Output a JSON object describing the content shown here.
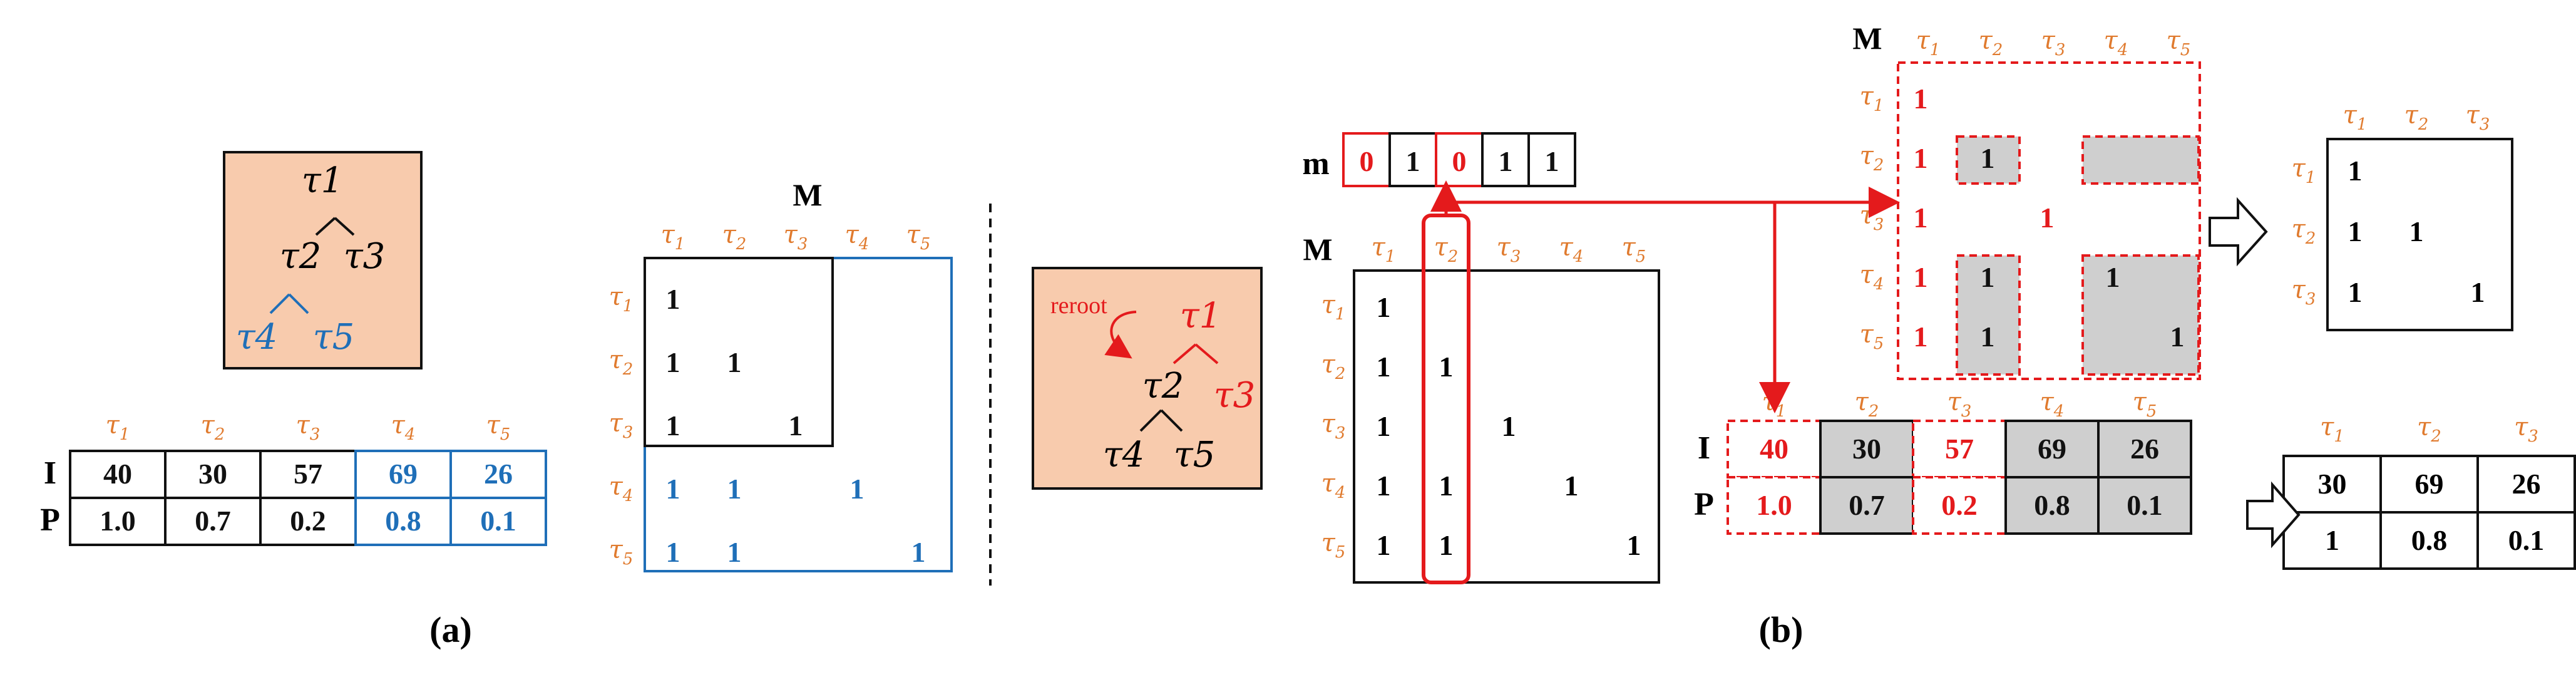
{
  "taus": [
    "τ1",
    "τ2",
    "τ3",
    "τ4",
    "τ5"
  ],
  "colors": {
    "orange": "#E07B2F",
    "blue": "#1F6FB8",
    "red": "#E41A1C",
    "black": "#111111",
    "peach": "#F8CBAD",
    "gray": "#CFCFCF"
  },
  "a": {
    "caption": "(a)",
    "tree": {
      "root": "τ1",
      "l": "τ2",
      "r": "τ3",
      "ll": "τ4",
      "lr": "τ5"
    },
    "table": {
      "row_labels": [
        "I",
        "P"
      ],
      "I": [
        "40",
        "30",
        "57",
        "69",
        "26"
      ],
      "P": [
        "1.0",
        "0.7",
        "0.2",
        "0.8",
        "0.1"
      ]
    },
    "matrix": {
      "title": "M",
      "rows": [
        [
          "1",
          "",
          "",
          "",
          ""
        ],
        [
          "1",
          "1",
          "",
          "",
          ""
        ],
        [
          "1",
          "",
          "1",
          "",
          ""
        ],
        [
          "1",
          "1",
          "",
          "1",
          ""
        ],
        [
          "1",
          "1",
          "",
          "",
          "1"
        ]
      ]
    }
  },
  "b": {
    "caption": "(b)",
    "reroot_label": "reroot",
    "tree": {
      "root": "τ1",
      "l": "τ2",
      "r": "τ3",
      "ll": "τ4",
      "lr": "τ5"
    },
    "m_vector": {
      "label": "m",
      "values": [
        "0",
        "1",
        "0",
        "1",
        "1"
      ]
    },
    "matrix_M": {
      "title": "M",
      "rows": [
        [
          "1",
          "",
          "",
          "",
          ""
        ],
        [
          "1",
          "1",
          "",
          "",
          ""
        ],
        [
          "1",
          "",
          "1",
          "",
          ""
        ],
        [
          "1",
          "1",
          "",
          "1",
          ""
        ],
        [
          "1",
          "1",
          "",
          "",
          "1"
        ]
      ]
    },
    "masked_M": {
      "title": "M",
      "rows": [
        [
          "1",
          "",
          "",
          "",
          ""
        ],
        [
          "1",
          "1",
          "",
          "",
          ""
        ],
        [
          "1",
          "",
          "1",
          "",
          ""
        ],
        [
          "1",
          "1",
          "",
          "1",
          ""
        ],
        [
          "1",
          "1",
          "",
          "",
          "1"
        ]
      ]
    },
    "result_M": {
      "col_labels": [
        "τ1",
        "τ2",
        "τ3"
      ],
      "rows": [
        [
          "1",
          "",
          ""
        ],
        [
          "1",
          "1",
          ""
        ],
        [
          "1",
          "",
          "1"
        ]
      ]
    },
    "table": {
      "row_labels": [
        "I",
        "P"
      ],
      "I": [
        "40",
        "30",
        "57",
        "69",
        "26"
      ],
      "P": [
        "1.0",
        "0.7",
        "0.2",
        "0.8",
        "0.1"
      ]
    },
    "result_table": {
      "I": [
        "30",
        "69",
        "26"
      ],
      "P": [
        "1",
        "0.8",
        "0.1"
      ]
    }
  }
}
